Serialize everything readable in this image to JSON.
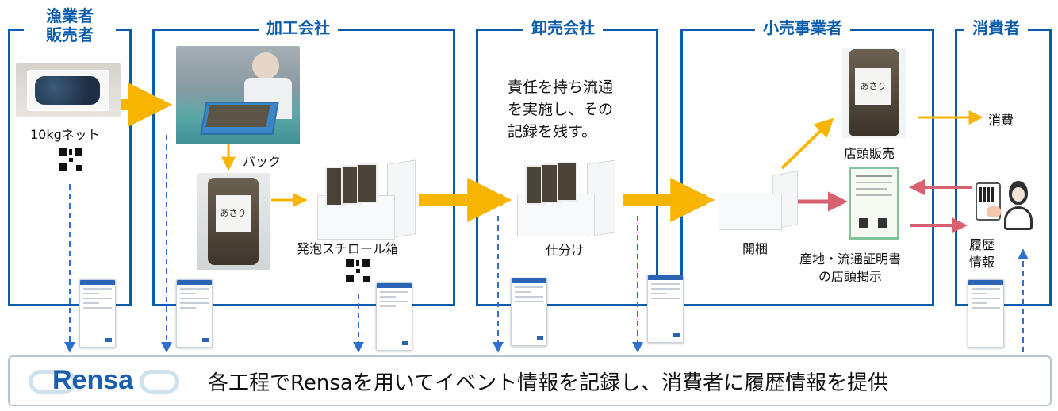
{
  "stages": {
    "fisher": {
      "line1": "漁業者",
      "line2": "販売者"
    },
    "processor": "加工会社",
    "wholesaler": "卸売会社",
    "retailer": "小売事業者",
    "consumer": "消費者"
  },
  "labels": {
    "net10kg": "10kgネット",
    "pack": "パック",
    "styro_box": "発泡スチロール箱",
    "responsibility": [
      "責任を持ち流通",
      "を実施し、その",
      "記録を残す。"
    ],
    "sorting": "仕分け",
    "unpack": "開梱",
    "store_sale": "店頭販売",
    "consumption": "消費",
    "certificate": [
      "産地・流通証明書",
      "の店頭掲示"
    ],
    "history": [
      "履歴",
      "情報"
    ]
  },
  "product_label": "あさり",
  "bottom_bar": {
    "logo": "Rensa",
    "text": "各工程でRensaを用いてイベント情報を記録し、消費者に履歴情報を提供"
  },
  "colors": {
    "frame": "#0b5cad",
    "main_arrow": "#f7b500",
    "red_arrow": "#d9606f",
    "dashed_arrow": "#2f6fd0",
    "logo": "#1a5fae"
  }
}
